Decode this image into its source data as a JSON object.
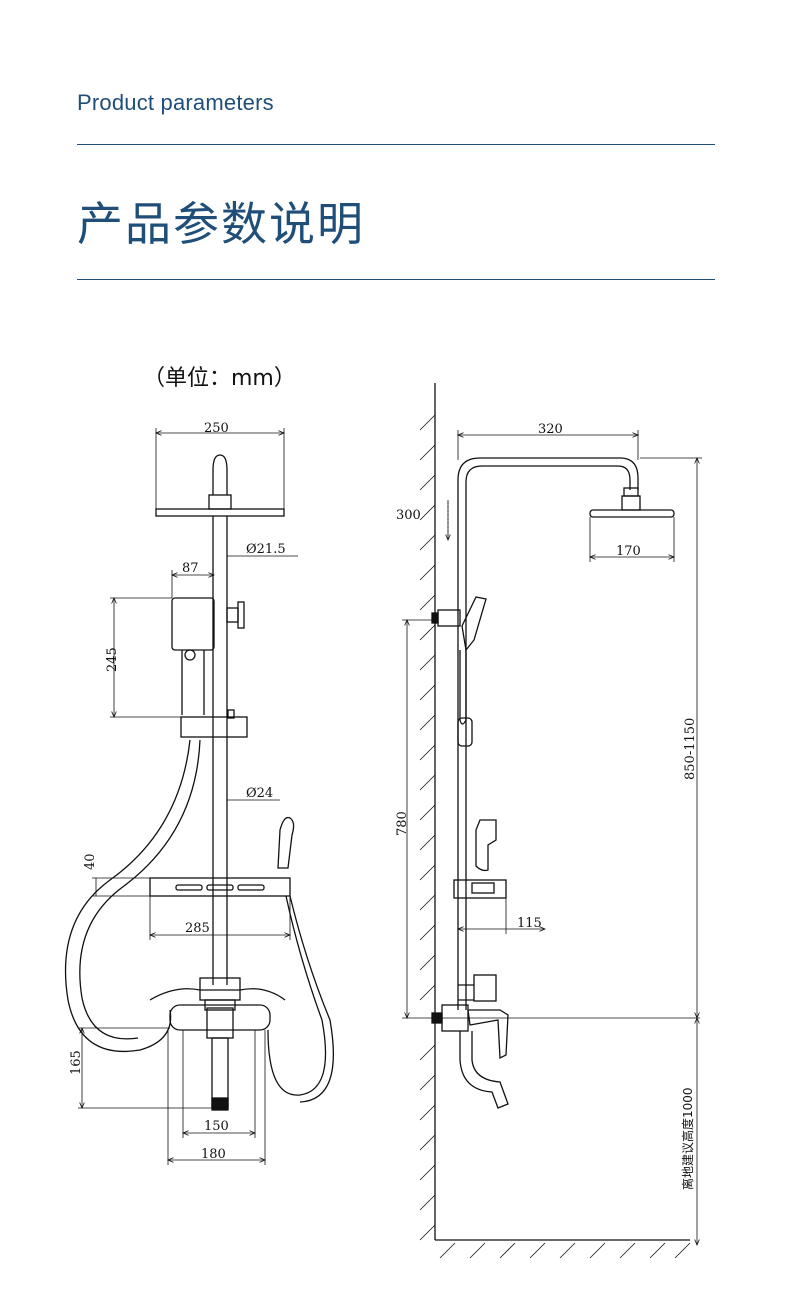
{
  "header": {
    "title_en": "Product parameters",
    "title_cn": "产品参数说明",
    "unit_note": "（单位：mm）"
  },
  "front_view": {
    "dimensions": {
      "head_width": "250",
      "pipe_dia_upper": "Ø21.5",
      "handheld_width": "87",
      "handheld_height": "245",
      "pipe_dia_lower": "Ø24",
      "shelf_offset": "40",
      "shelf_width": "285",
      "spout_height": "165",
      "inlet_spacing": "150",
      "mixer_width": "180"
    }
  },
  "side_view": {
    "dimensions": {
      "arm_length": "320",
      "arm_drop": "300",
      "head_width": "170",
      "rail_height": "780",
      "total_height": "850-1150",
      "shelf_depth": "115",
      "install_height": "离地建议高度1000"
    }
  },
  "colors": {
    "accent": "#1f4e79",
    "line": "#111111"
  }
}
